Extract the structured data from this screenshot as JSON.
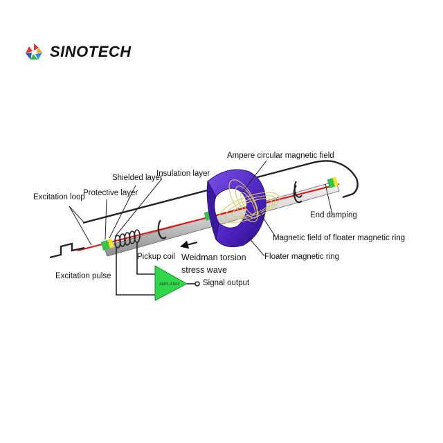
{
  "brand": {
    "name": "SINOTECH",
    "logo_icon": "sinotech-logo-icon"
  },
  "labels": {
    "ampere_field": "Ampere circular magnetic field",
    "shielded_layer": "Shielded layer",
    "insulation_layer": "Insulation layer",
    "protective_layer": "Protective layer",
    "excitation_loop": "Excitation loop",
    "end_damping": "End damping",
    "magnetic_field_floater": "Magnetic field of floater magnetic ring",
    "pickup_coil": "Pickup coil",
    "weidman_wave_line1": "Weidman torsion",
    "weidman_wave_line2": "stress wave",
    "floater_ring": "Floater magnetic ring",
    "excitation_pulse": "Excitation pulse",
    "signal_output": "Signal output",
    "amplifier": "AMPLIFIER"
  },
  "colors": {
    "rod": "#d8d8d8",
    "rod_dark": "#8a8a8a",
    "red_wire": "#e01010",
    "green": "#39c24a",
    "yellow": "#f2e52a",
    "ring": "#5a2ec8",
    "ring_dark": "#34168a",
    "field": "#d9d27a",
    "amplifier": "#2fd84a"
  }
}
